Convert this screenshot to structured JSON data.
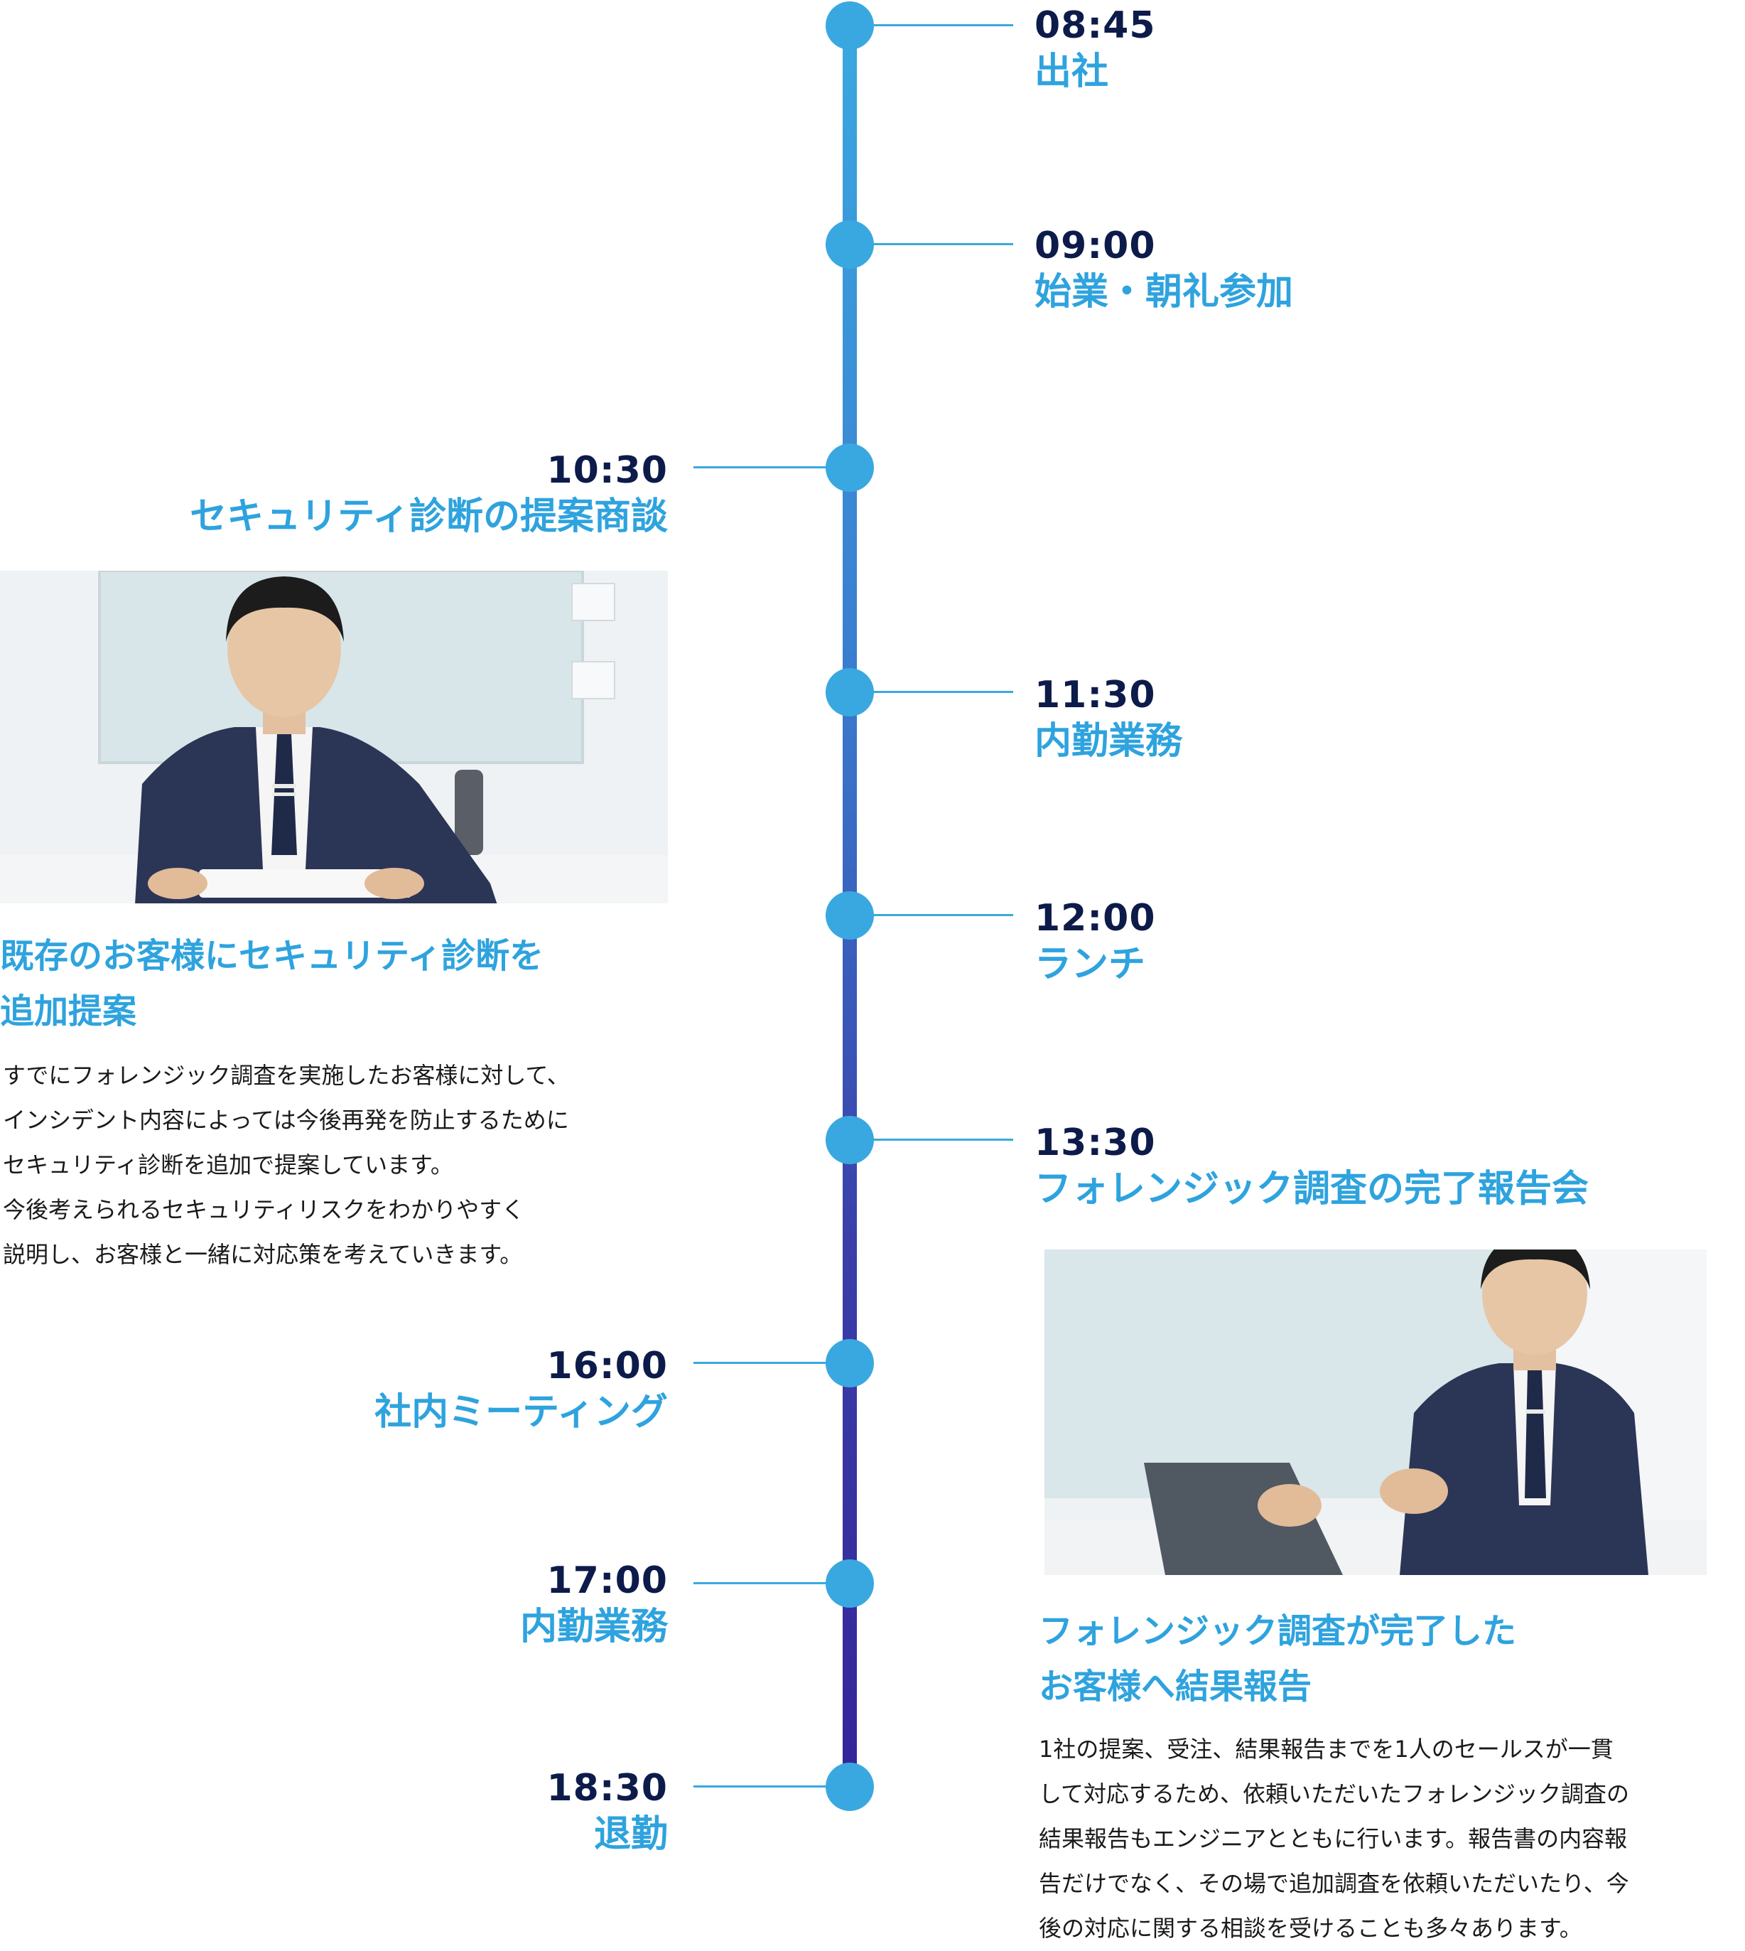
{
  "events": [
    {
      "time": "08:45",
      "title": "出社"
    },
    {
      "time": "09:00",
      "title": "始業・朝礼参加"
    },
    {
      "time": "10:30",
      "title": "セキュリティ診断の提案商談"
    },
    {
      "time": "11:30",
      "title": "内勤業務"
    },
    {
      "time": "12:00",
      "title": "ランチ"
    },
    {
      "time": "13:30",
      "title": "フォレンジック調査の完了報告会"
    },
    {
      "time": "16:00",
      "title": "社内ミーティング"
    },
    {
      "time": "17:00",
      "title": "内勤業務"
    },
    {
      "time": "18:30",
      "title": "退勤"
    }
  ],
  "details": {
    "proposal": {
      "headline": [
        "既存のお客様にセキュリティ診断を",
        "追加提案"
      ],
      "body": [
        "すでにフォレンジック調査を実施したお客様に対して、",
        "インシデント内容によっては今後再発を防止するために",
        "セキュリティ診断を追加で提案しています。",
        "今後考えられるセキュリティリスクをわかりやすく",
        "説明し、お客様と一緒に対応策を考えていきます。"
      ]
    },
    "report": {
      "headline": [
        "フォレンジック調査が完了した",
        "お客様へ結果報告"
      ],
      "body": [
        "1社の提案、受注、結果報告までを1人のセールスが一貫",
        "して対応するため、依頼いただいたフォレンジック調査の",
        "結果報告もエンジニアとともに行います。報告書の内容報",
        "告だけでなく、その場で追加調査を依頼いただいたり、今",
        "後の対応に関する相談を受けることも多々あります。"
      ]
    }
  },
  "colors": {
    "accent": "#2ea3de",
    "time_text": "#0d1b4a",
    "line_top": "#3aa8e0",
    "line_bottom": "#35259a"
  }
}
